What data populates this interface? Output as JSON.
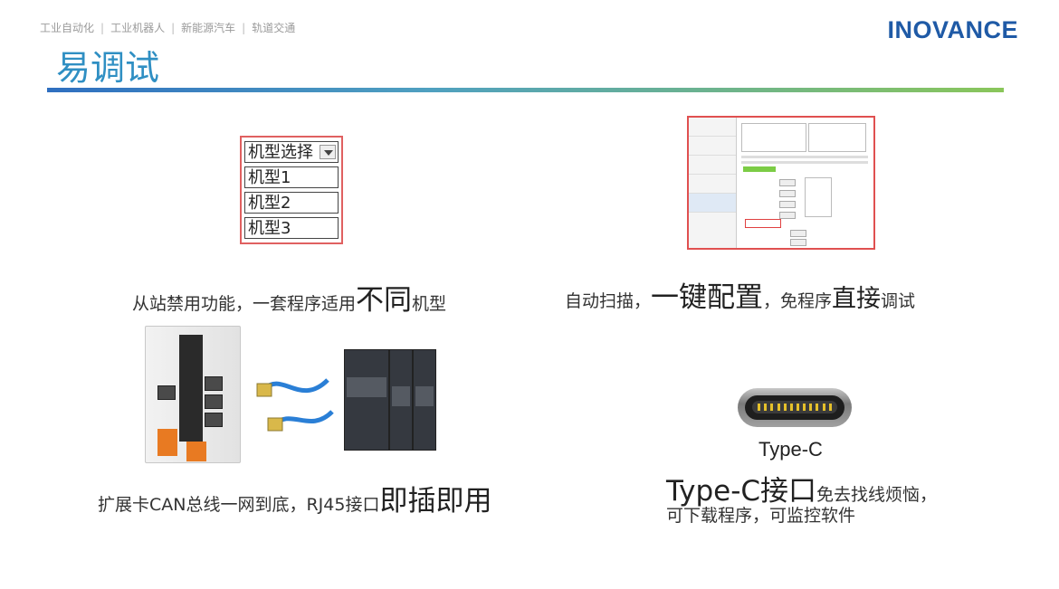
{
  "header": {
    "breadcrumb": [
      "工业自动化",
      "工业机器人",
      "新能源汽车",
      "轨道交通"
    ],
    "logo_text": "INOVANCE",
    "title": "易调试"
  },
  "model_select": {
    "selected": "机型选择",
    "options": [
      "机型1",
      "机型2",
      "机型3"
    ]
  },
  "captions": {
    "c1": {
      "p1": "从站禁用功能，一套程序适用",
      "big": "不同",
      "p2": "机型"
    },
    "c2": {
      "p1": "自动扫描，",
      "big": "一键配置",
      "p2": "，免程序",
      "mid": "直接",
      "p3": "调试"
    },
    "c3": {
      "p1": "扩展卡CAN总线一网到底，RJ45接口",
      "big": "即插即用"
    },
    "c4": {
      "big": "Type-C接口",
      "p1": "免去找线烦恼，",
      "line2": "可下载程序，可监控软件"
    }
  },
  "typec": {
    "label": "Type-C"
  },
  "colors": {
    "title": "#2f8fc3",
    "logo": "#1f5aa6",
    "rule_start": "#2f6fc0",
    "rule_end": "#8ac65a",
    "highlight_border": "#e05050"
  }
}
